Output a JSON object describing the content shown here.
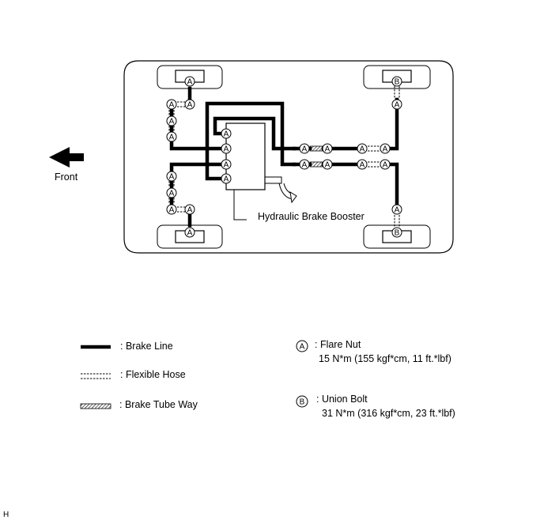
{
  "diagram": {
    "front_label": "Front",
    "booster_label": "Hydraulic Brake Booster",
    "marker_a": "A",
    "marker_b": "B",
    "figure_code": "H"
  },
  "legend": {
    "brake_line": ": Brake Line",
    "flexible_hose": ": Flexible Hose",
    "brake_tube_way": ": Brake Tube Way"
  },
  "torque_specs": {
    "flare_nut": {
      "symbol": "A",
      "label": ": Flare Nut",
      "value": "15 N*m (155 kgf*cm, 11 ft.*lbf)"
    },
    "union_bolt": {
      "symbol": "B",
      "label": ": Union Bolt",
      "value": "31 N*m (316 kgf*cm, 23 ft.*lbf)"
    }
  }
}
